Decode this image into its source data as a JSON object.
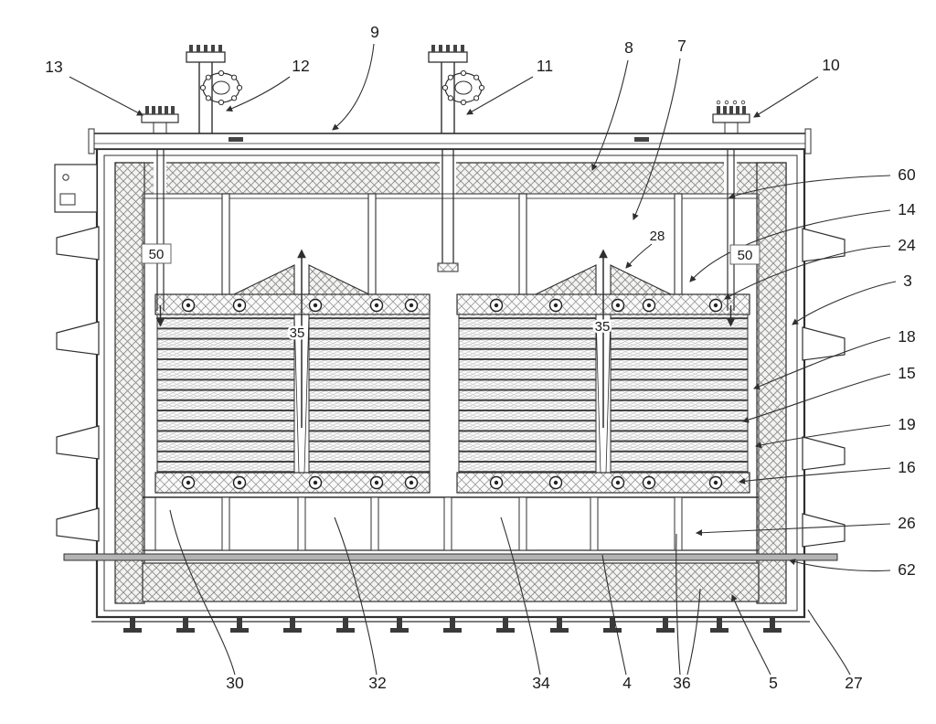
{
  "figure": {
    "background": "#ffffff",
    "ink": "#2f2f2f",
    "labels": [
      {
        "id": "13",
        "text": "13"
      },
      {
        "id": "12",
        "text": "12"
      },
      {
        "id": "9",
        "text": "9"
      },
      {
        "id": "11",
        "text": "11"
      },
      {
        "id": "8",
        "text": "8"
      },
      {
        "id": "7",
        "text": "7"
      },
      {
        "id": "10",
        "text": "10"
      },
      {
        "id": "60",
        "text": "60"
      },
      {
        "id": "14",
        "text": "14"
      },
      {
        "id": "24",
        "text": "24"
      },
      {
        "id": "3",
        "text": "3"
      },
      {
        "id": "18",
        "text": "18"
      },
      {
        "id": "15",
        "text": "15"
      },
      {
        "id": "19",
        "text": "19"
      },
      {
        "id": "16",
        "text": "16"
      },
      {
        "id": "26",
        "text": "26"
      },
      {
        "id": "62",
        "text": "62"
      },
      {
        "id": "30",
        "text": "30"
      },
      {
        "id": "32",
        "text": "32"
      },
      {
        "id": "34",
        "text": "34"
      },
      {
        "id": "4",
        "text": "4"
      },
      {
        "id": "36",
        "text": "36"
      },
      {
        "id": "5",
        "text": "5"
      },
      {
        "id": "27",
        "text": "27"
      },
      {
        "id": "50-left",
        "text": "50"
      },
      {
        "id": "35-left",
        "text": "35"
      },
      {
        "id": "28",
        "text": "28"
      },
      {
        "id": "50-right",
        "text": "50"
      },
      {
        "id": "35-right",
        "text": "35"
      }
    ]
  }
}
